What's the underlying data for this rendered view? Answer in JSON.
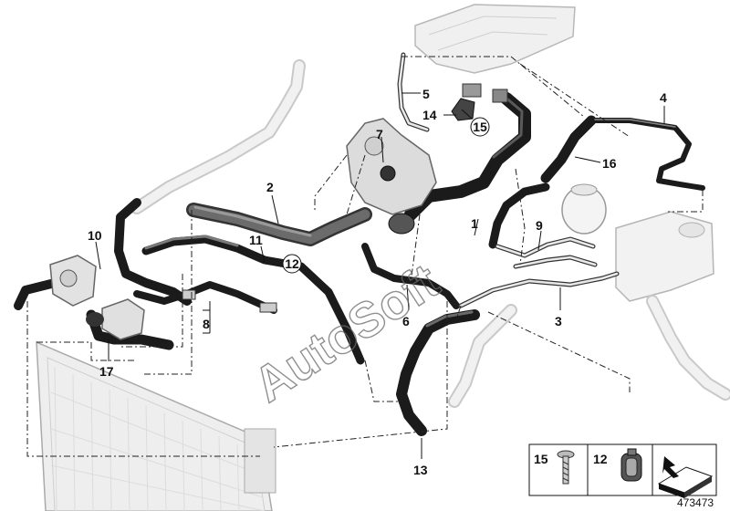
{
  "callouts": {
    "c1": "1",
    "c2": "2",
    "c3": "3",
    "c4": "4",
    "c5": "5",
    "c6": "6",
    "c7": "7",
    "c8": "8",
    "c9": "9",
    "c10": "10",
    "c11": "11",
    "c12": "12",
    "c13": "13",
    "c14": "14",
    "c15": "15",
    "c16": "16",
    "c17": "17"
  },
  "legend": {
    "item_a": "15",
    "item_b": "12"
  },
  "reference_number": "473473",
  "watermark_text": "AutoSoft",
  "colors": {
    "hose": "#1b1b1b",
    "ghost_part": "#c9c9c9",
    "line": "#111111"
  }
}
